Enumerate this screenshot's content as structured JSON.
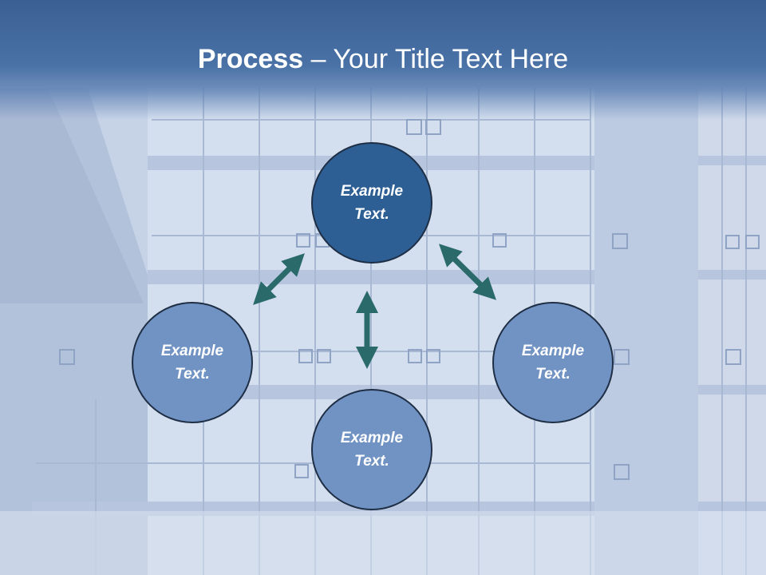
{
  "title": {
    "bold": "Process",
    "rest": " – Your Title Text Here"
  },
  "nodes": {
    "top": "Example Text.",
    "left": "Example Text.",
    "right": "Example Text.",
    "bottom": "Example Text."
  },
  "colors": {
    "node_center": "#2d5f95",
    "node_outer": "#7193c4",
    "arrow": "#2a6a6a",
    "title_band": "#3a5f93"
  }
}
